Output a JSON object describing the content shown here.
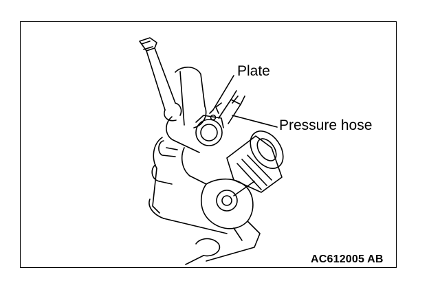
{
  "labels": {
    "plate": "Plate",
    "pressure_hose": "Pressure hose"
  },
  "figure_code": "AC612005 AB",
  "colors": {
    "line": "#000000",
    "background": "#ffffff"
  }
}
